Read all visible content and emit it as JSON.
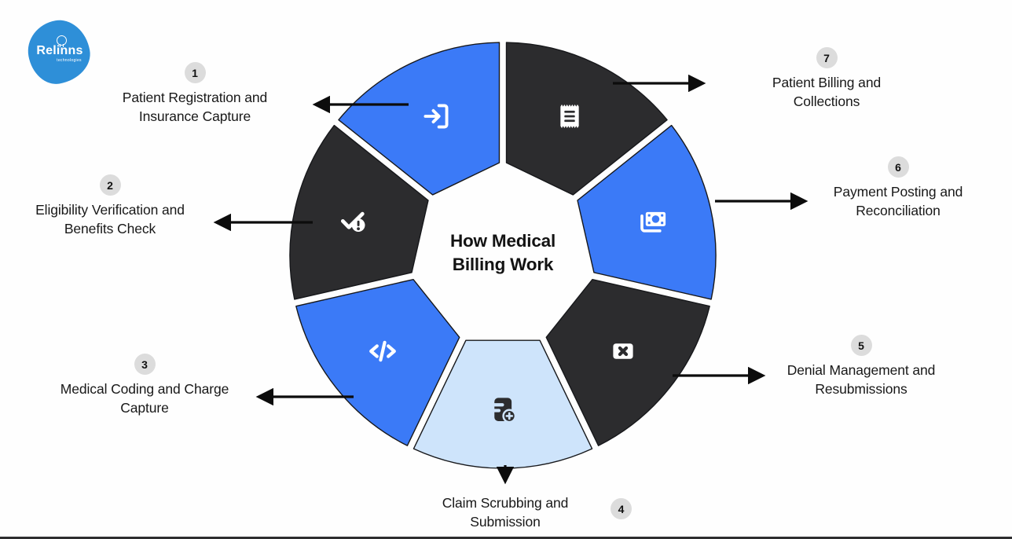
{
  "logo": {
    "brand": "Relinns",
    "brand_sub": "technologies"
  },
  "wheel": {
    "title": "How Medical Billing Work"
  },
  "colors": {
    "blue": "#3B7AF7",
    "dark": "#2C2C2E",
    "light_blue": "#CEE4FB",
    "badge_bg": "#DCDCDC",
    "arrow": "#0C0C0C",
    "logo_blue": "#2E8FD8"
  },
  "steps": [
    {
      "number": "1",
      "label": "Patient Registration and Insurance Capture",
      "icon": "login-icon",
      "color": "blue"
    },
    {
      "number": "2",
      "label": "Eligibility Verification and Benefits Check",
      "icon": "check-alert-icon",
      "color": "dark"
    },
    {
      "number": "3",
      "label": "Medical Coding and Charge Capture",
      "icon": "code-icon",
      "color": "blue"
    },
    {
      "number": "4",
      "label": "Claim Scrubbing and Submission",
      "icon": "note-add-icon",
      "color": "light_blue"
    },
    {
      "number": "5",
      "label": "Denial Management and Resubmissions",
      "icon": "close-box-icon",
      "color": "dark"
    },
    {
      "number": "6",
      "label": "Payment Posting and Reconciliation",
      "icon": "banknote-icon",
      "color": "blue"
    },
    {
      "number": "7",
      "label": "Patient Billing and Collections",
      "icon": "receipt-icon",
      "color": "dark"
    }
  ]
}
